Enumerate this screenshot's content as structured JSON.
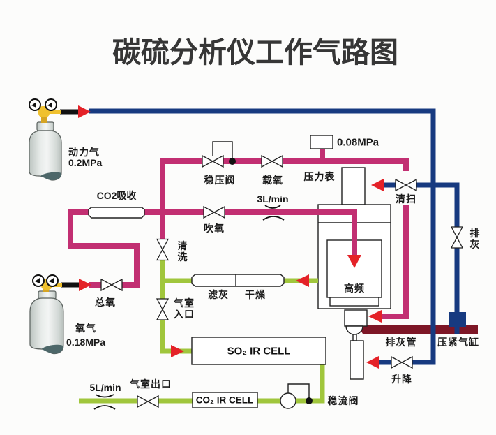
{
  "title": "碳硫分析仪工作气路图",
  "colors": {
    "power_gas_pipe": "#173a80",
    "oxygen_pipe": "#c22f72",
    "analysis_pipe": "#a0c63c",
    "ash_pipe": "#7d1626",
    "feed_pipe": "#111111",
    "flow_arrow": "#e42228",
    "cylinder_body": "#dfe4e1",
    "cylinder_bottom": "#4d6769",
    "regulator_brass": "#f0c12e"
  },
  "cylinders": {
    "power_gas": {
      "name": "动力气",
      "pressure": "0.2MPa"
    },
    "oxygen": {
      "name": "氧气",
      "pressure": "0.18MPa"
    }
  },
  "valves": {
    "main_oxygen": "总氧",
    "pressure_regulator": "稳压阀",
    "carrier_oxygen": "载氧",
    "blow_oxygen": "吹氧",
    "purge": "清扫",
    "clean": [
      "清",
      "洗"
    ],
    "cell_inlet": [
      "气室",
      "入口"
    ],
    "ash_discharge": [
      "排",
      "灰"
    ],
    "lift": "升降",
    "cell_outlet": "气室出口",
    "flow_regulator": "稳流阀"
  },
  "pressure_gauge": {
    "label": "压力表",
    "reading": "0.08MPa"
  },
  "flow_rates": {
    "carrier": "3L/min",
    "outlet": "5L/min"
  },
  "components": {
    "co2_absorber": "CO2吸收",
    "ash_filter": "滤灰",
    "dryer": "干燥",
    "furnace": "高频",
    "ash_pipe": "排灰管",
    "clamp_cylinder": "压紧气缸",
    "so2_cell": "SO₂ IR CELL",
    "co2_cell": "CO₂ IR CELL"
  }
}
